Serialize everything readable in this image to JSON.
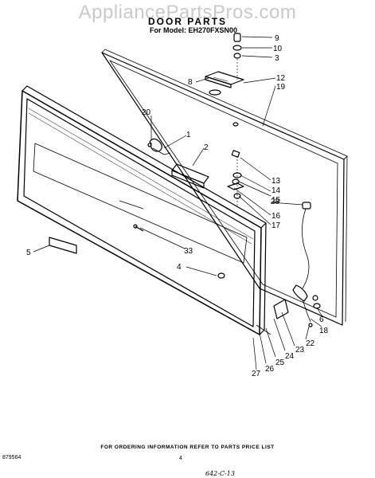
{
  "watermark": "AppliancePartsPros.com",
  "header": {
    "title": "DOOR PARTS",
    "model": "For Model: EH270FXSN00"
  },
  "footer": {
    "note": "FOR ORDERING INFORMATION REFER TO PARTS PRICE LIST",
    "doc_number": "879564",
    "page_number": "4",
    "handwritten": "642-C-13"
  },
  "labels": {
    "l9": "9",
    "l10": "10",
    "l3": "3",
    "l8": "8",
    "l12": "12",
    "l19": "19",
    "l20": "20",
    "l1": "1",
    "l2": "2",
    "l13": "13",
    "l14": "14",
    "l15": "15",
    "l28": "28",
    "l16": "16",
    "l17": "17",
    "l5": "5",
    "l33": "33",
    "l4": "4",
    "l6": "6",
    "l18": "18",
    "l22": "22",
    "l23": "23",
    "l24": "24",
    "l25": "25",
    "l26": "26",
    "l27": "27"
  }
}
